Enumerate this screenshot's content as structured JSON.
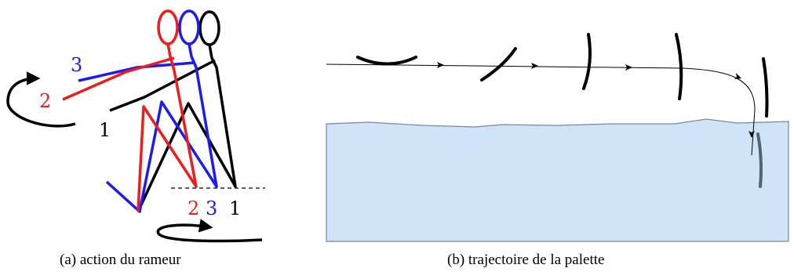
{
  "colors": {
    "red": "#ee1c1c",
    "blue": "#1c1cee",
    "black": "#000000",
    "water": "#cfe4f8",
    "water_edge": "#7a8794",
    "blade_submerged": "#4d6479"
  },
  "panel_a": {
    "caption": "(a)  action du rameur",
    "pose_labels": {
      "left": {
        "p3": "3",
        "p2": "2",
        "p1": "1"
      },
      "feet": {
        "p2": "2",
        "p3": "3",
        "p1": "1"
      }
    }
  },
  "panel_b": {
    "caption": "(b)  trajectoire de la palette"
  }
}
